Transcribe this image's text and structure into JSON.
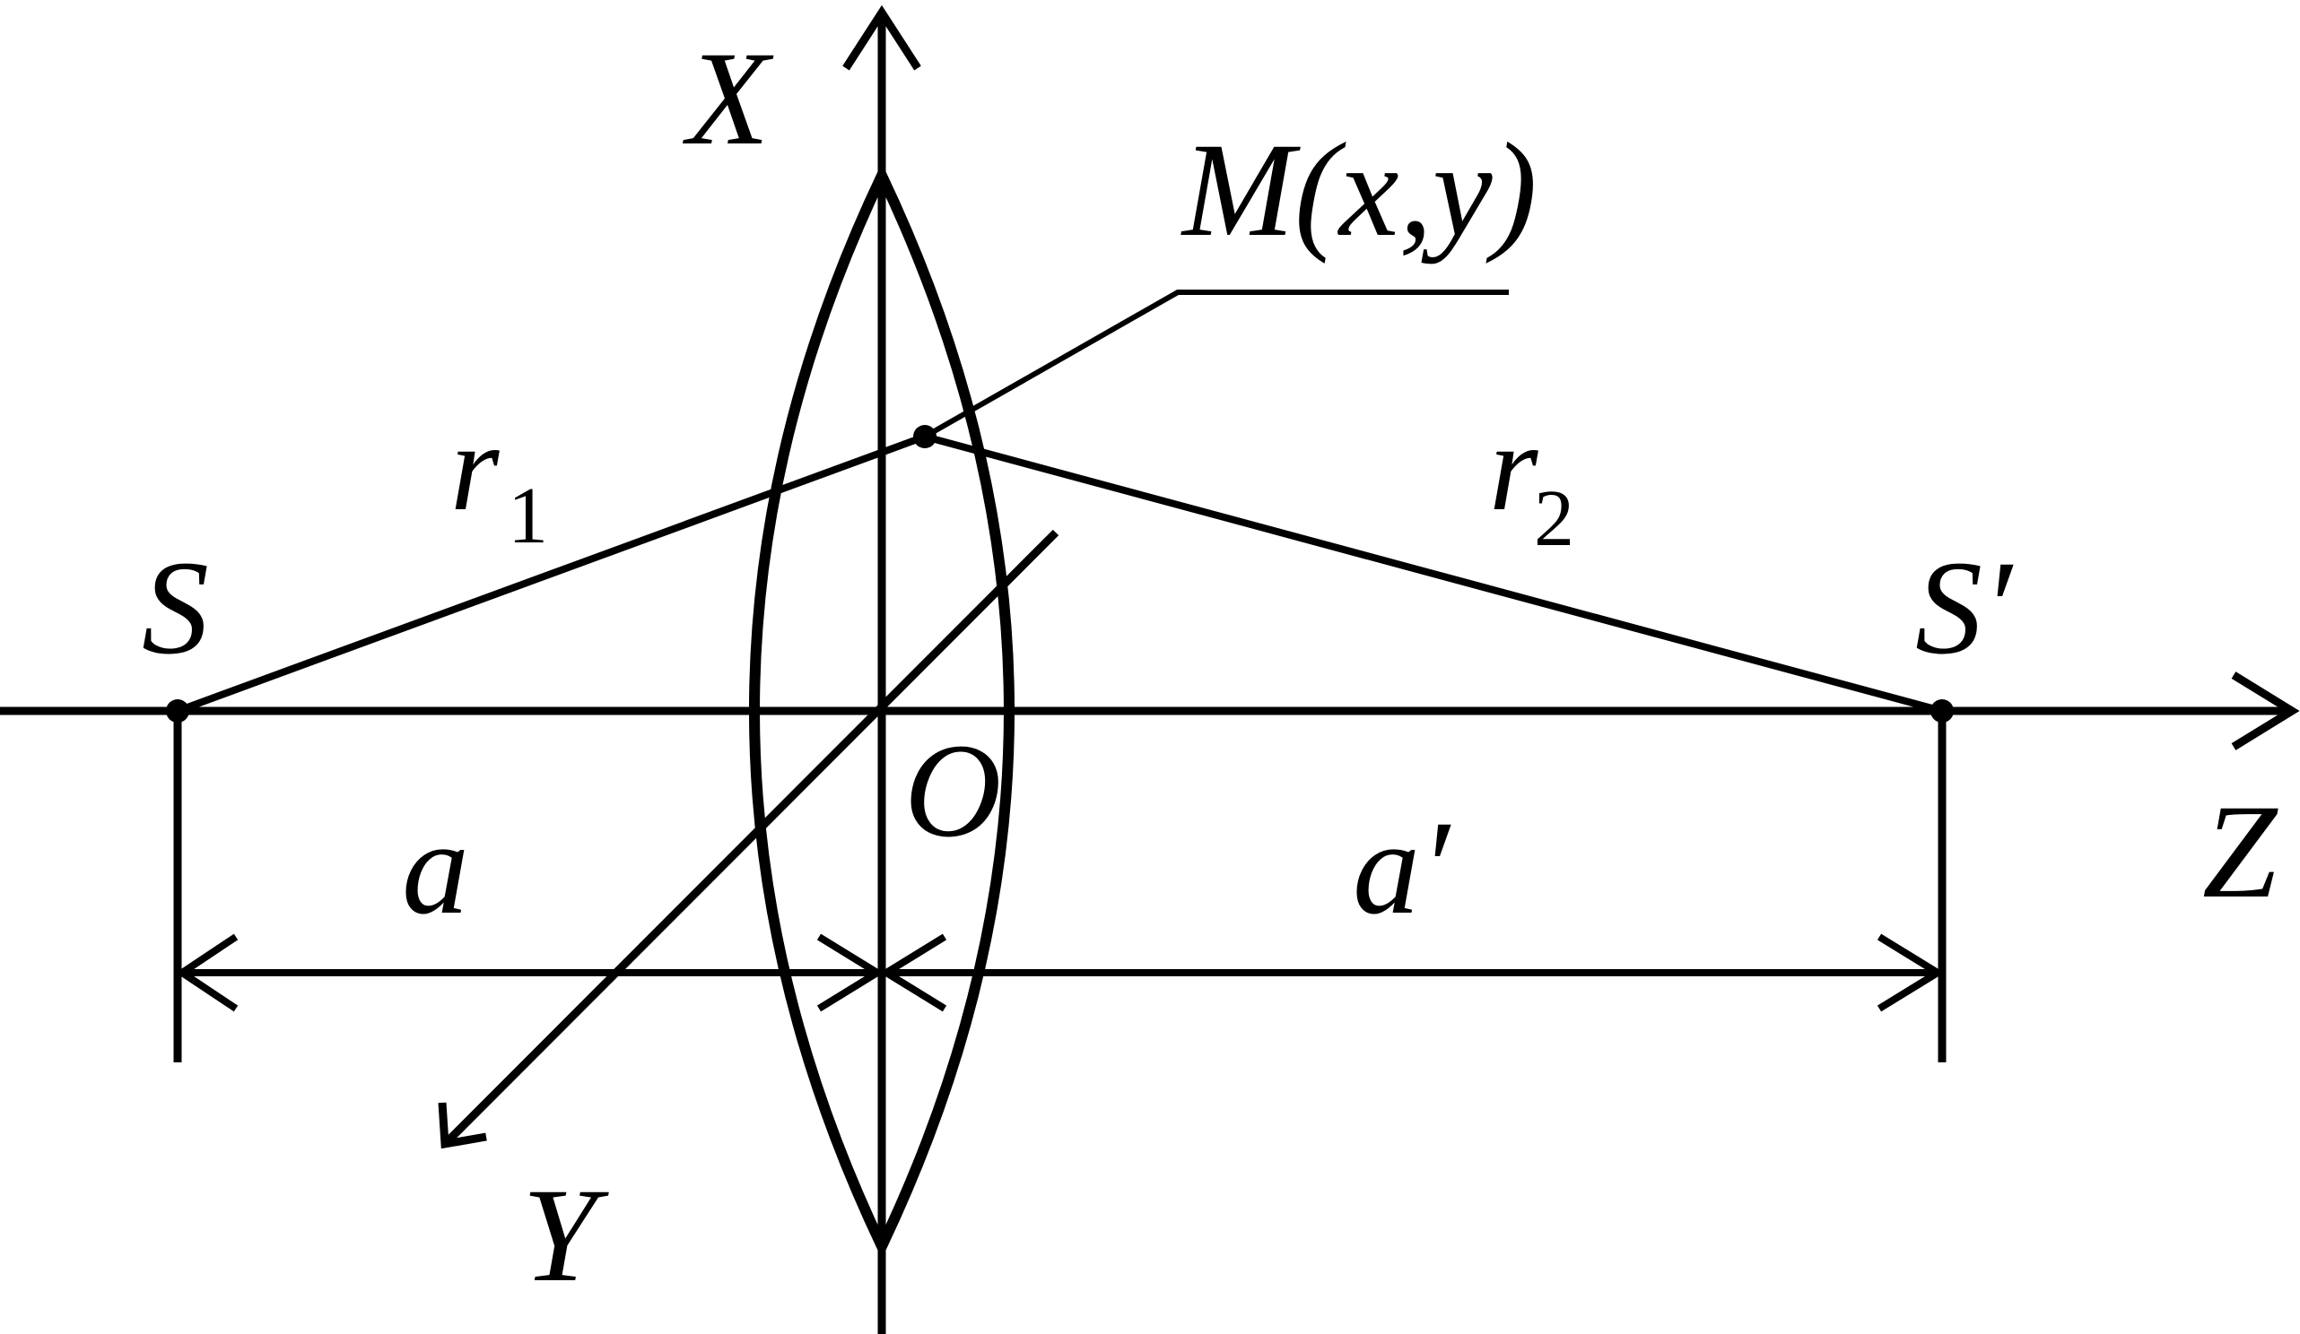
{
  "labels": {
    "x_axis": "X",
    "y_axis": "Y",
    "z_axis": "Z",
    "origin": "O",
    "point_m": "M(x,y)",
    "source": "S",
    "source_image": "S′",
    "r1_letter": "r",
    "r1_sub": "1",
    "r2_letter": "r",
    "r2_sub": "2",
    "dist_a": "a",
    "dist_a_prime": "a′"
  },
  "colors": {
    "ink": "#000000",
    "background": "#ffffff"
  }
}
